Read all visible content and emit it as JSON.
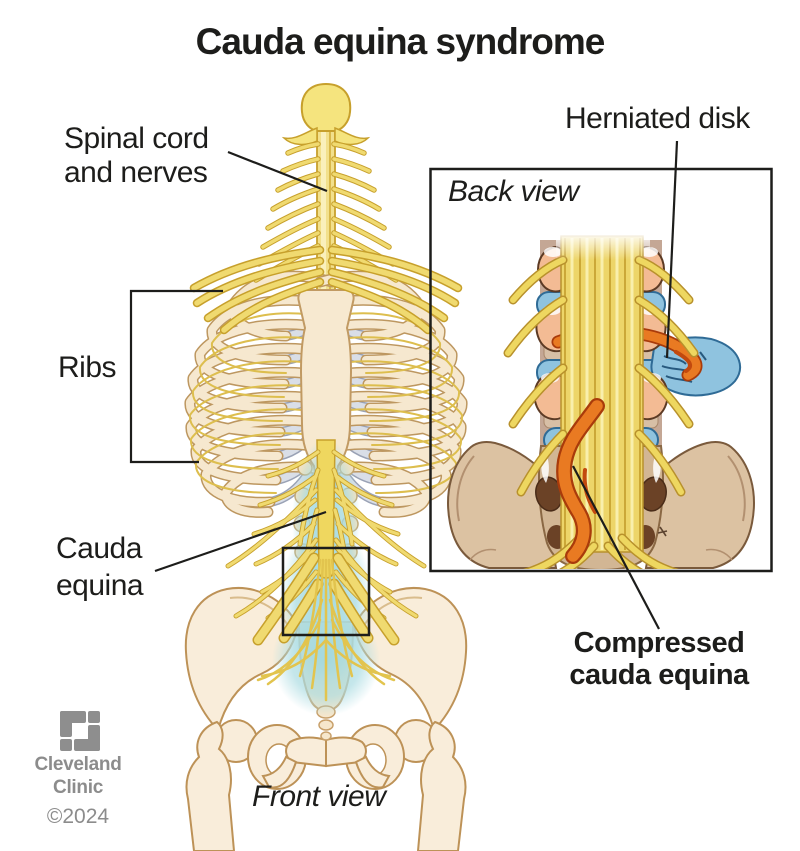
{
  "title": "Cauda equina syndrome",
  "figure": {
    "front_view_caption": "Front view",
    "labels": {
      "spinal_cord_line1": "Spinal cord",
      "spinal_cord_line2": "and nerves",
      "ribs": "Ribs",
      "cauda_line1": "Cauda",
      "cauda_line2": "equina"
    }
  },
  "inset": {
    "back_view_caption": "Back view",
    "labels": {
      "herniated_disk": "Herniated disk",
      "compressed_line1": "Compressed",
      "compressed_line2": "cauda equina"
    }
  },
  "branding": {
    "org_line1": "Cleveland",
    "org_line2": "Clinic",
    "copyright": "©2024"
  },
  "colors": {
    "text_black": "#1D1D1B",
    "nerve_yellow": "#F0DA70",
    "nerve_outline": "#C7A02C",
    "bone_cream": "#F6E8CF",
    "bone_outline": "#BD9760",
    "cartilage_gray": "#D9DEE7",
    "csf_teal": "#A9DBE1",
    "vertebra_salmon": "#F3BB94",
    "disk_blue": "#8FC3DF",
    "compressed_orange": "#E97A22",
    "pelvis_tan": "#DCC2A2",
    "brand_gray": "#8C8C8C"
  }
}
